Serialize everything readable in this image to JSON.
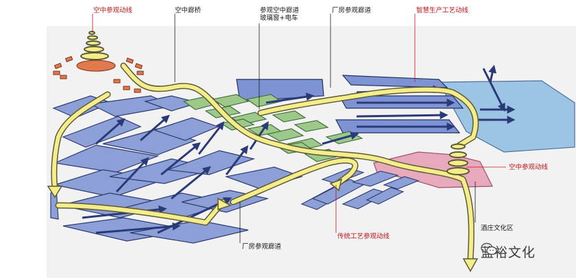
{
  "labels": {
    "sky_route_top": "空中参观动线",
    "sky_bridge": "空中廊桥",
    "sky_corridor_line1": "参观空中廊道",
    "sky_corridor_line2": "玻璃窗+电车",
    "factory_corridor_top": "厂房参观廊道",
    "smart_production_route": "智慧生产工艺动线",
    "sky_route_right": "空中参观动线",
    "wine_culture_zone": "酒庄文化区",
    "traditional_craft_route": "传统工艺参观动线",
    "factory_corridor_bottom": "厂房参观廊道"
  },
  "watermark": {
    "text": "蓝裕文化",
    "icon": "wechat-icon"
  },
  "colors": {
    "building_blue": "#8c9fd6",
    "building_dark_blue": "#5a6fb8",
    "green_block": "#9cc98a",
    "pink_zone": "#e8a9bd",
    "light_blue_zone": "#9cc4e4",
    "orange_ring": "#e07a4e",
    "yellow_route": "#f5ec8a",
    "arrow_navy": "#2a3a78",
    "label_red": "#c0141c"
  }
}
